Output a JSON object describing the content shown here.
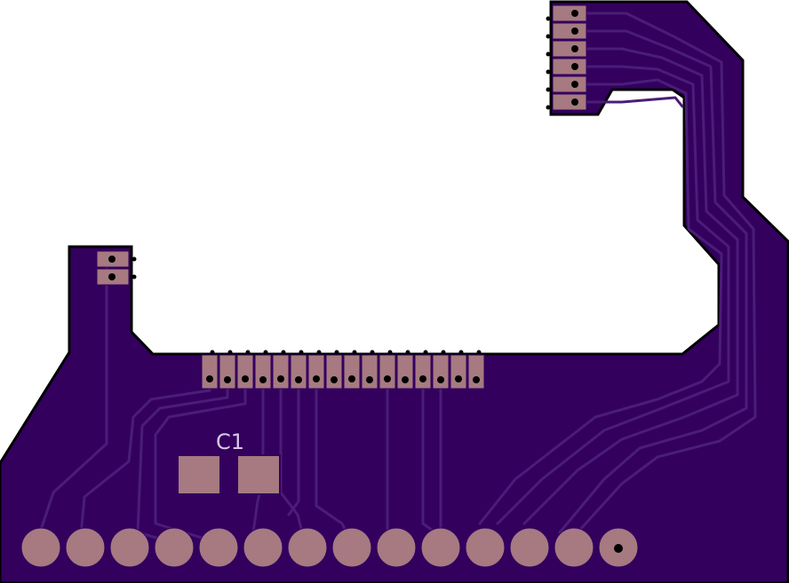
{
  "board": {
    "colors": {
      "substrate": "#33005e",
      "outline": "#000000",
      "trace": "#4a1d78",
      "copper": "#a67a80",
      "drill": "#000000",
      "silkscreen": "#d9c8e6"
    },
    "components": [
      {
        "designator": "C1"
      }
    ],
    "pad_groups": [
      {
        "name": "top-right-header",
        "count": 6
      },
      {
        "name": "left-header",
        "count": 2
      },
      {
        "name": "middle-header",
        "count": 16
      },
      {
        "name": "bottom-edge-pads",
        "count": 14
      }
    ]
  }
}
